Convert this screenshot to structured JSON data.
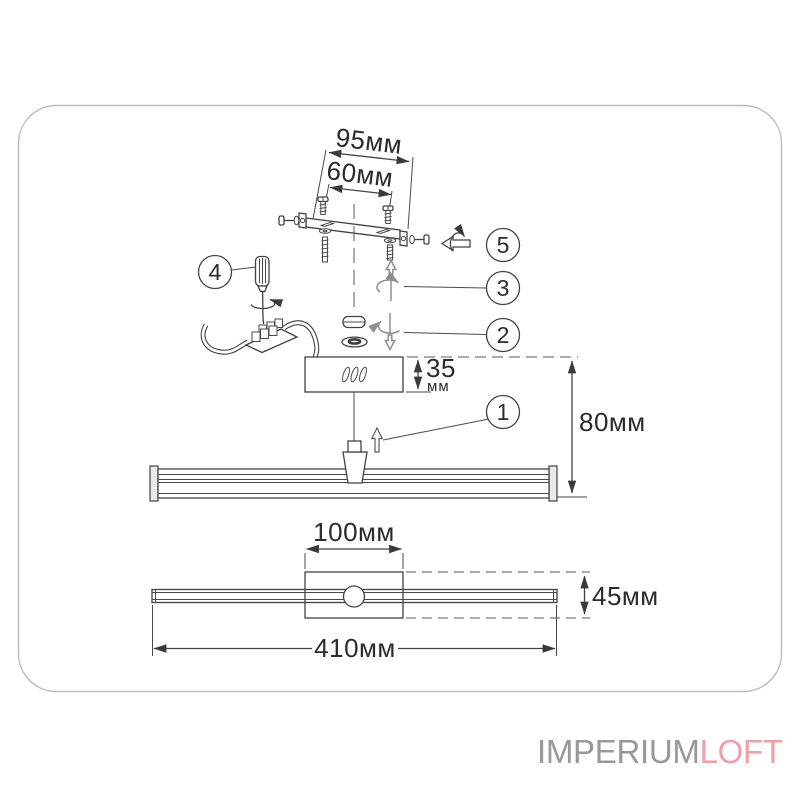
{
  "frame": {
    "border_color": "#b6bcbf"
  },
  "diagram": {
    "bracket": {
      "width_label": "95мм",
      "screw_spacing_label": "60мм"
    },
    "canopy": {
      "height_value": "35",
      "height_unit": "мм",
      "width_label": "100мм"
    },
    "fixture": {
      "wall_offset_label": "80мм",
      "depth_label": "45мм",
      "length_label": "410мм"
    },
    "callouts": {
      "c1": "1",
      "c2": "2",
      "c3": "3",
      "c4": "4",
      "c5": "5"
    }
  },
  "logo": {
    "imperium": "IMPERIUM",
    "loft": "LOFT",
    "imperium_color": "#98989b",
    "loft_color": "#efa0a6"
  },
  "colors": {
    "line": "#424242",
    "dim_text": "#2b2b2b",
    "rotation_glyph": "#8f8f8f"
  }
}
